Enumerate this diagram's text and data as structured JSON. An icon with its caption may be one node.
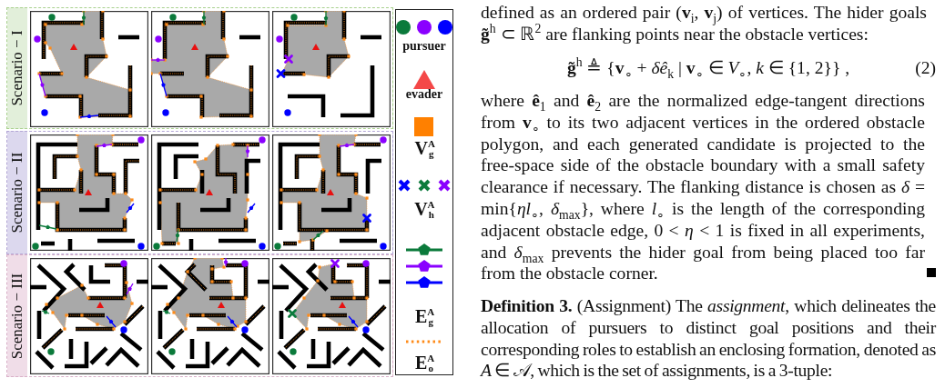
{
  "diagram": {
    "nodes": [
      {
        "text": [
          "Scenario − I"
        ]
      },
      {
        "text": [
          "Scenario − II"
        ]
      },
      {
        "text": [
          "Scenario − III"
        ]
      }
    ],
    "labels": [
      "defined as an ordered pair (**v**$_{i}$, **v**$_{j}$) of vertices. The hider goals **g̃**$^{h}$ ⊂ ℝ$^{2}$ are flanking points near the obstacle vertices:",
      "**g̃**$^{h}$ ≜ {**v**$_{∘}$ + *δê*$_{k}$ | **v**$_{∘}$ ∈ *V*$_{∘}$, *k* ∈ {1, 2}} ,",
      "(2)",
      "where **ê**$_{1}$ and **ê**$_{2}$ are the normalized edge-tangent directions from **v**$_{∘}$ to its two adjacent vertices in the ordered obstacle polygon, and each generated candidate is projected to the free-space side of the obstacle boundary with a small safety clearance if necessary. The flanking distance is chosen as *δ* = min{*ηl*$_{∘}$, *δ*$_{max}$}, where *l*$_{∘}$ is the length of the corresponding adjacent obstacle edge, 0 < *η* < 1 is fixed in all experiments, and *δ*$_{max}$ prevents the hider goal from being placed too far from the obstacle corner.",
      "**Definition 3.** (Assignment) The *assignment*, which delineates the allocation of pursuers to distinct goal positions and their corresponding roles to establish an enclosing formation, denoted as *A* ∈ 𝒜, which is the set of assignments, is a 3-tuple:"
    ],
    "legend": [
      {
        "text": "pursuer"
      },
      {
        "text": "evader"
      },
      {
        "text": "V$^{A}$$_{g}$",
        "color": "#ff8000"
      },
      {
        "text": "V$^{A}$$_{h}$"
      },
      {
        "text": "E$^{A}$$_{g}$"
      },
      {
        "text": "E$^{A}$$_{o}$"
      }
    ]
  }
}
